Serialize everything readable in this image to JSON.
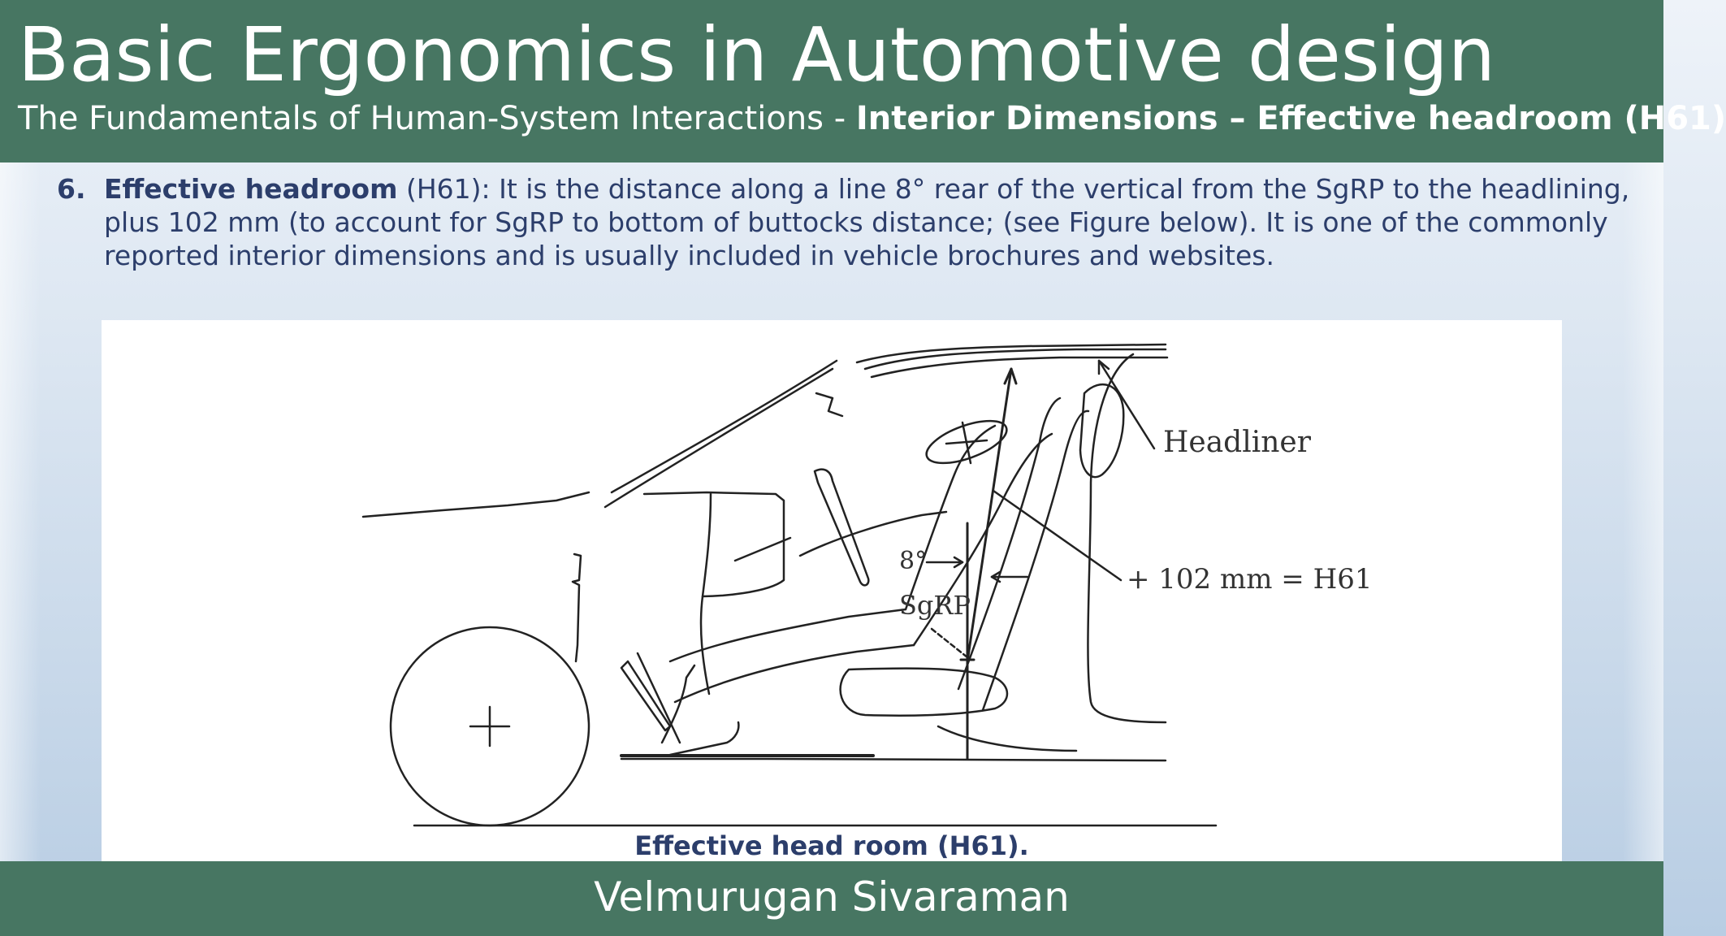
{
  "header": {
    "title": "Basic Ergonomics in Automotive design",
    "subtitle_prefix": "The Fundamentals of Human-System Interactions - ",
    "subtitle_topic": "Interior Dimensions – Effective headroom (H61)"
  },
  "content": {
    "item_number": "6.",
    "term": "Effective headroom",
    "definition": " (H61): It is the distance along a line 8° rear of the vertical from the SgRP to the headlining, plus 102 mm (to account for SgRP to bottom of buttocks distance; (see Figure below). It is one of the commonly reported interior dimensions and is usually included in vehicle brochures and websites."
  },
  "figure": {
    "labels": {
      "headliner": "Headliner",
      "h61_formula": "+ 102 mm = H61",
      "angle": "8°",
      "sgrp": "SgRP"
    },
    "caption": "Effective head room (H61)."
  },
  "footer": {
    "author": "Velmurugan Sivaraman"
  },
  "colors": {
    "band_green": "#477662",
    "body_text": "#2c3e6b"
  }
}
